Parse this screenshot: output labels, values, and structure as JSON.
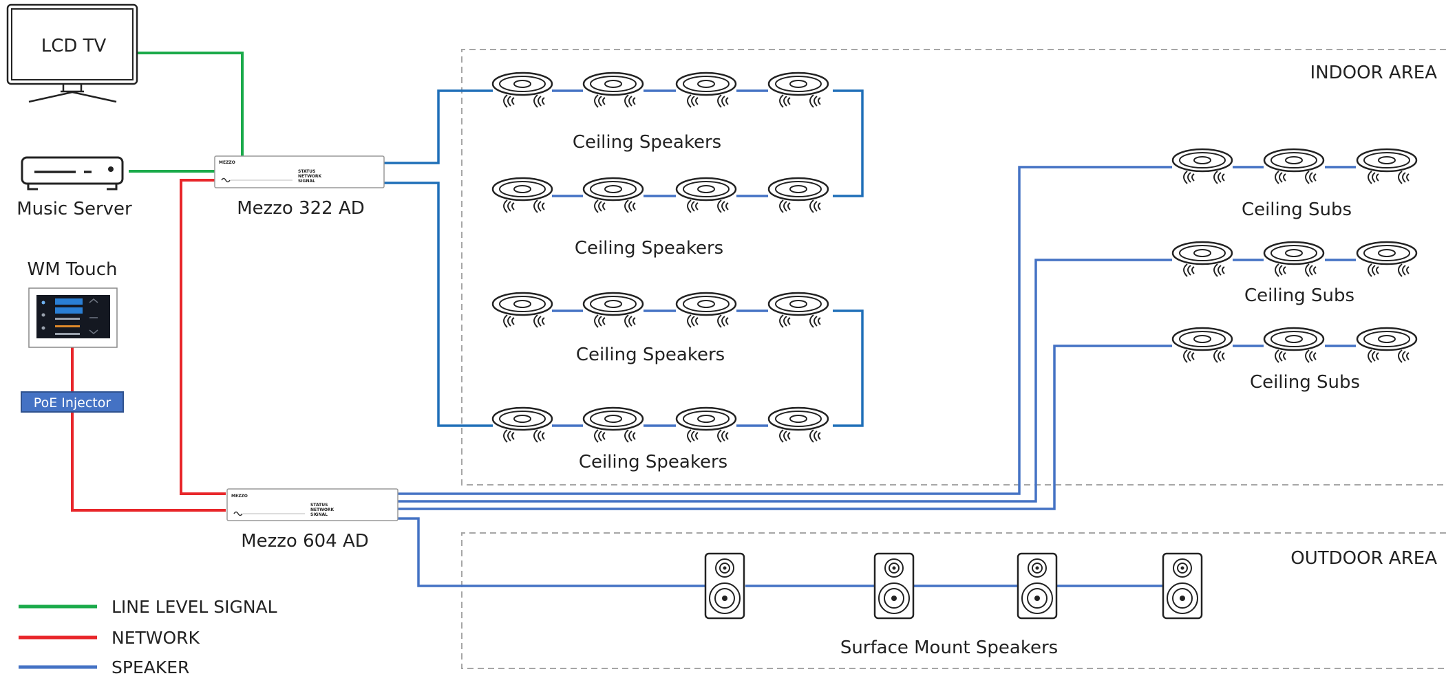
{
  "areas": {
    "indoor": "INDOOR AREA",
    "outdoor": "OUTDOOR AREA"
  },
  "devices": {
    "tv": "LCD TV",
    "music_server": "Music Server",
    "wm_touch": "WM Touch",
    "poe_injector": "PoE Injector",
    "amp_322": "Mezzo 322 AD",
    "amp_604": "Mezzo 604 AD",
    "amp_brand": "MEZZO",
    "amp_indicators": [
      "STATUS",
      "NETWORK",
      "SIGNAL"
    ]
  },
  "groups": {
    "ceiling_speakers": [
      "Ceiling Speakers",
      "Ceiling Speakers",
      "Ceiling Speakers",
      "Ceiling Speakers"
    ],
    "ceiling_subs": [
      "Ceiling Subs",
      "Ceiling Subs",
      "Ceiling Subs"
    ],
    "surface_mount": "Surface Mount Speakers"
  },
  "legend": [
    {
      "label": "LINE LEVEL SIGNAL",
      "color": "#1aaa4a"
    },
    {
      "label": "NETWORK",
      "color": "#e8262a"
    },
    {
      "label": "SPEAKER",
      "color": "#4472c4"
    }
  ],
  "colors": {
    "line_level": "#1aaa4a",
    "network": "#e8262a",
    "speaker": "#4472c4",
    "speaker_dark": "#1f6fb8",
    "poe_fill": "#4472c4",
    "area_border": "#a6a6a6"
  }
}
